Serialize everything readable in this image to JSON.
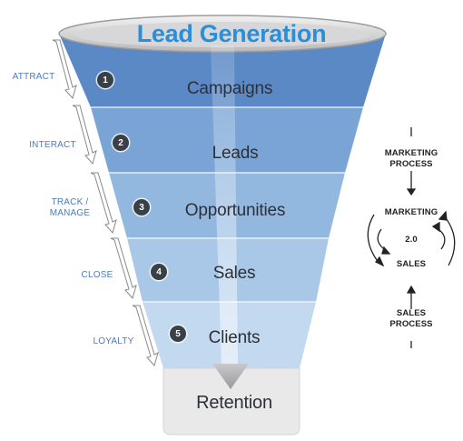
{
  "title": "Lead Generation",
  "stages": [
    {
      "number": "1",
      "label": "Campaigns",
      "side": "ATTRACT"
    },
    {
      "number": "2",
      "label": "Leads",
      "side": "INTERACT"
    },
    {
      "number": "3",
      "label": "Opportunities",
      "side": "TRACK / MANAGE"
    },
    {
      "number": "4",
      "label": "Sales",
      "side": "CLOSE"
    },
    {
      "number": "5",
      "label": "Clients",
      "side": "LOYALTY"
    }
  ],
  "bottom": {
    "label": "Retention"
  },
  "cycle": {
    "top_process": "MARKETING PROCESS",
    "top": "MARKETING",
    "center": "2.0",
    "bottom": "SALES",
    "bottom_process": "SALES PROCESS"
  },
  "colors": {
    "title": "#2a8fd6",
    "band1": "#5b89c6",
    "band2": "#7aa4d6",
    "band3": "#93b8e0",
    "band4": "#a9c8e8",
    "band5": "#c2d9ef",
    "retention": "#e9e9ea",
    "side_text": "#4a7cc0"
  }
}
